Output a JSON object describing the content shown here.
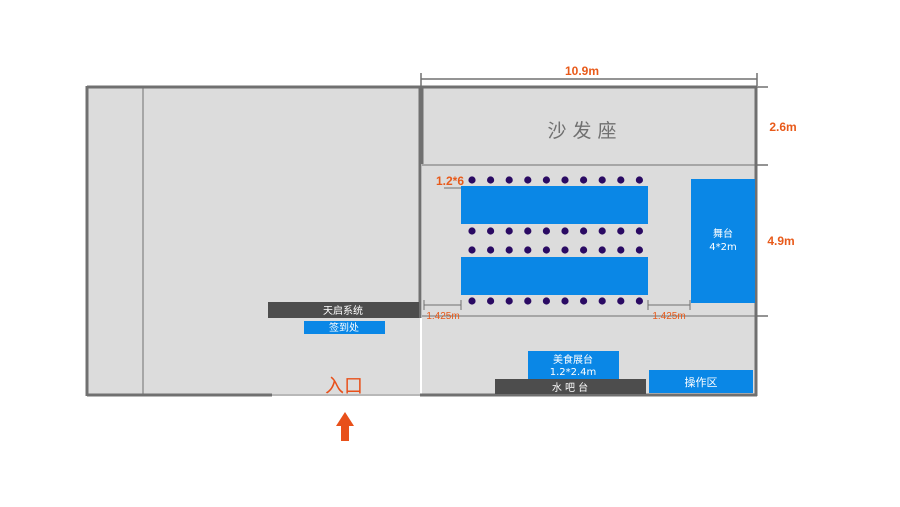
{
  "colors": {
    "floor": "#dcdcdc",
    "wall": "#707070",
    "table": "#0a87e6",
    "chair": "#2a0a63",
    "dark_block": "#4d4d4d",
    "dimension": "#e85a1a",
    "arrow": "#e8501a",
    "white_text": "#ffffff",
    "sofa_text": "#707070"
  },
  "dimensions": {
    "top_width": "10.9m",
    "right_upper": "2.6m",
    "right_lower": "4.9m",
    "gap_left": "1.425m",
    "gap_right": "1.425m",
    "table_size": "1.2*6"
  },
  "zones": {
    "sofa_area": "沙 发 座",
    "stage": {
      "name": "舞台",
      "size": "4*2m"
    },
    "tianqi_system": "天启系统",
    "sign_in": "签到处",
    "food_display": {
      "name": "美食展台",
      "size": "1.2*2.4m"
    },
    "water_bar": "水 吧 台",
    "operation_area": "操作区",
    "entrance": "入口"
  },
  "layout_counts": {
    "tables": 2,
    "chairs_per_row": 10,
    "chair_rows": 4
  }
}
